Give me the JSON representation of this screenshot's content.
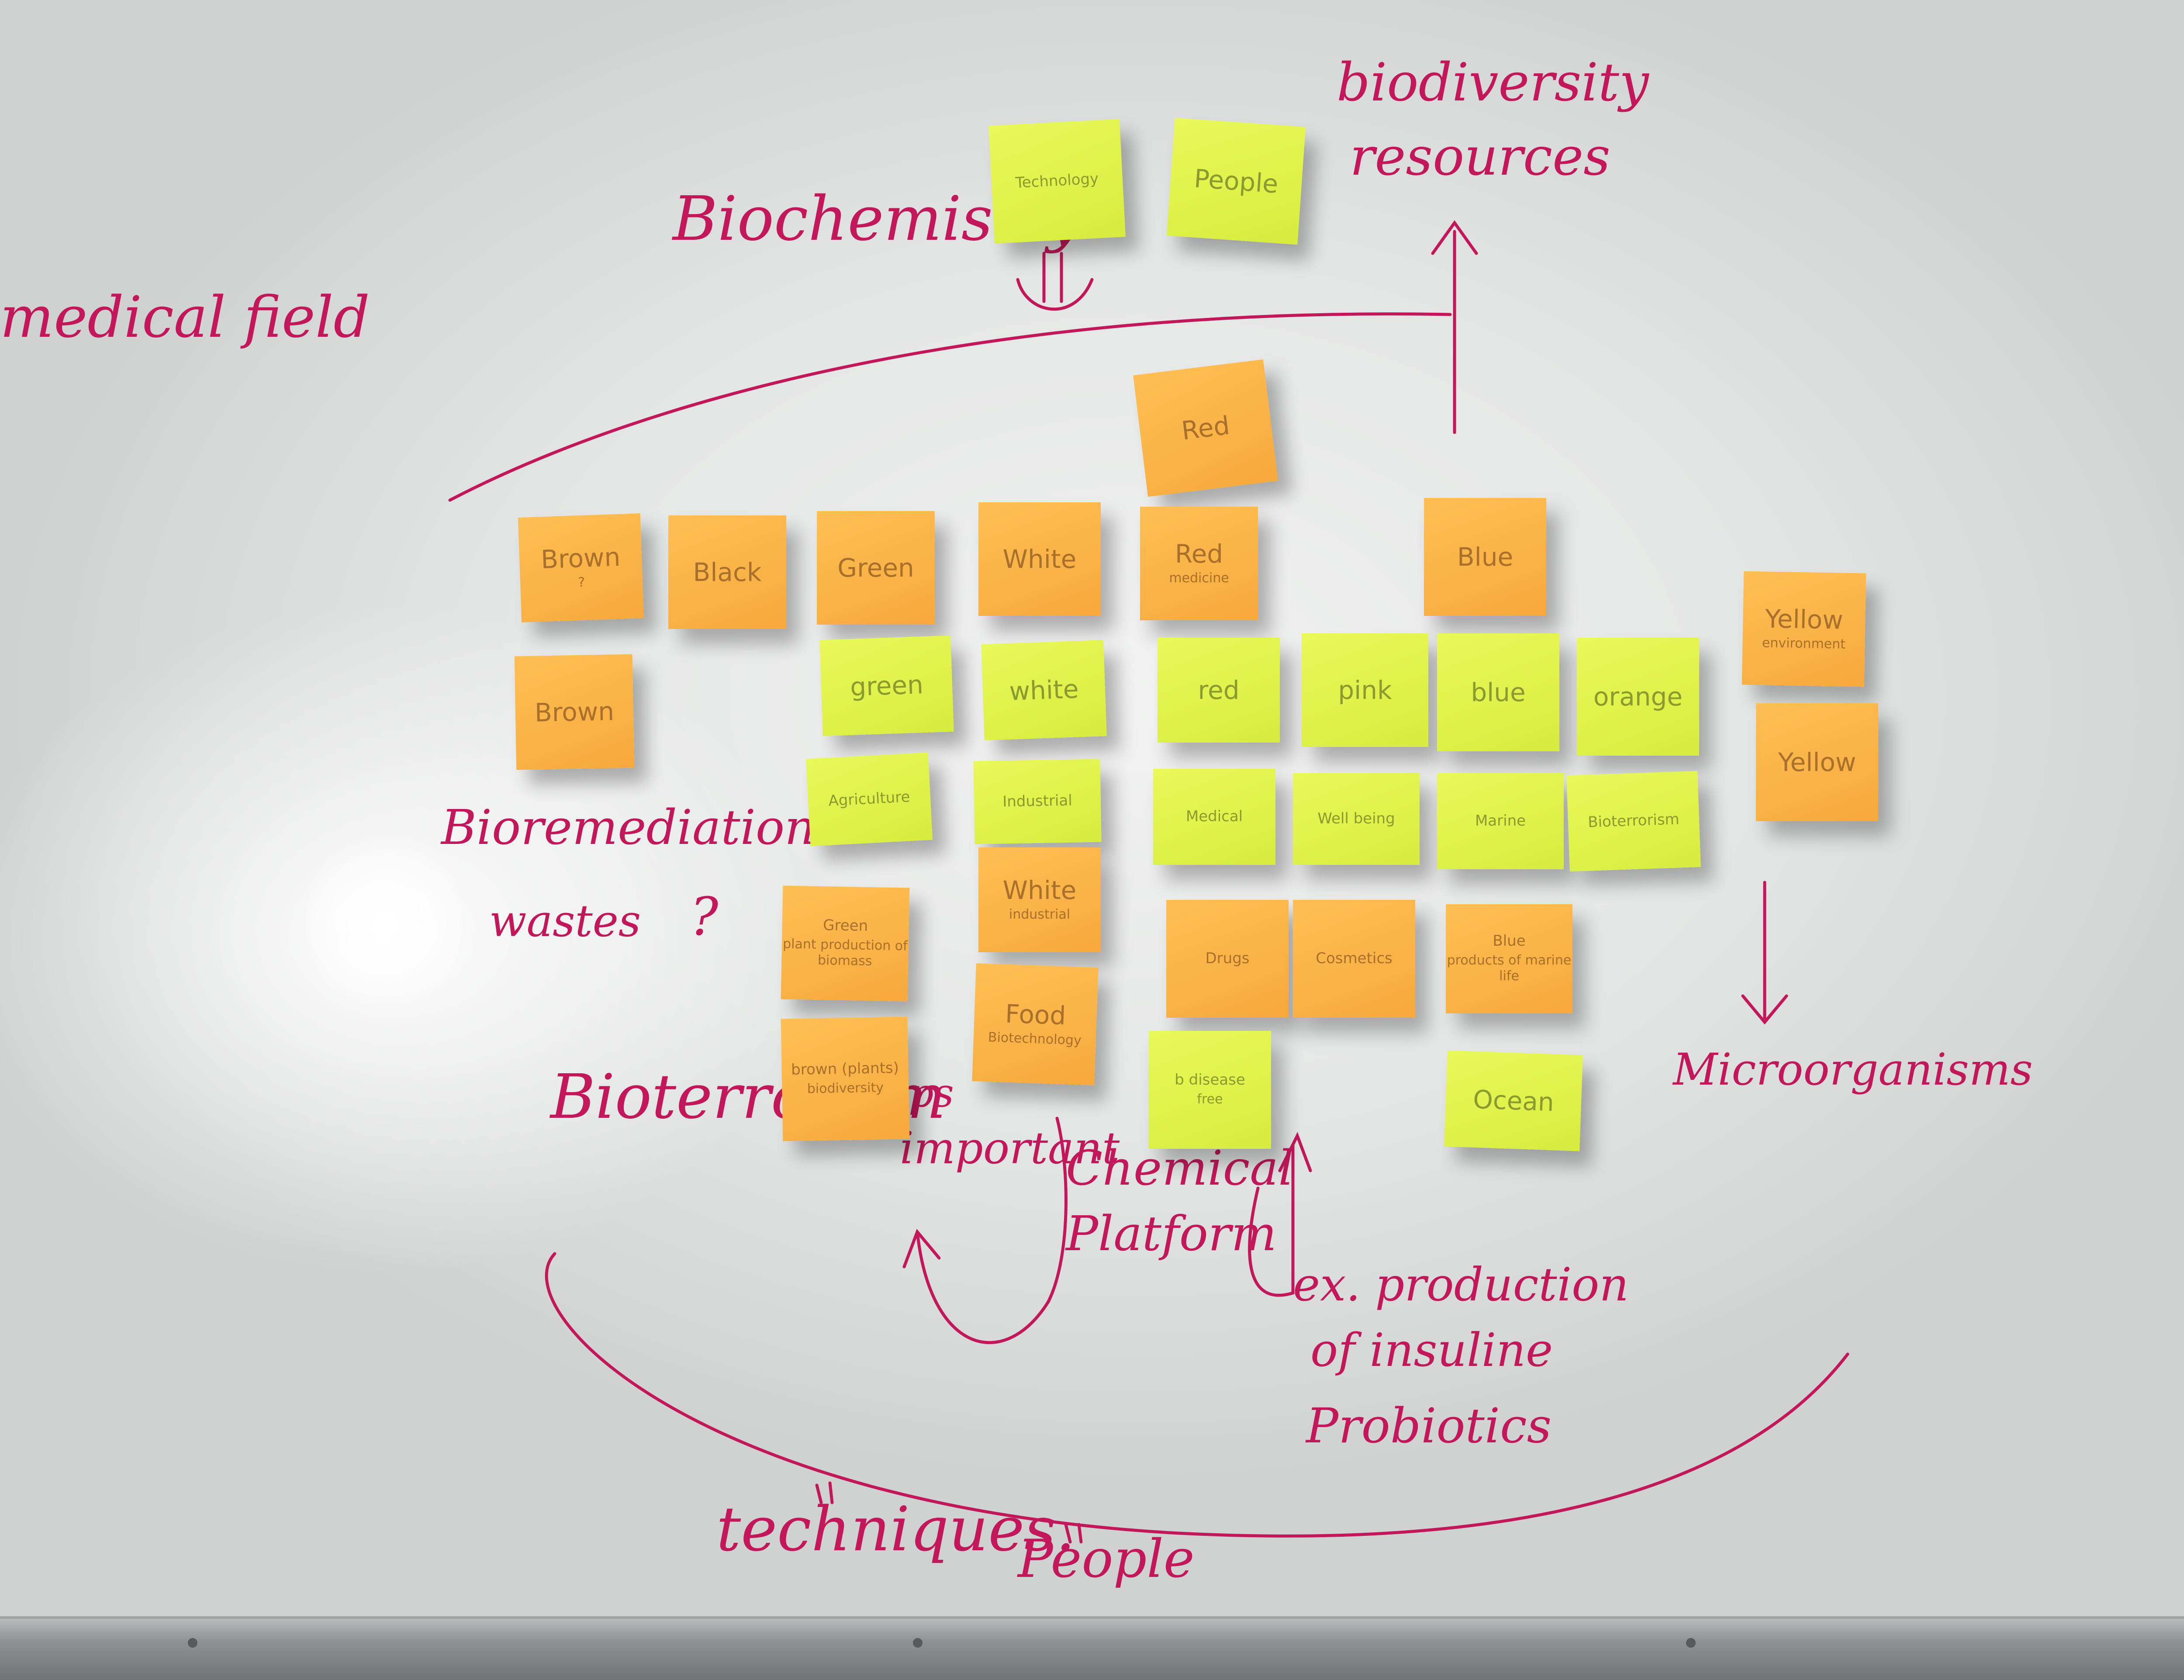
{
  "board": {
    "ink_color": "#c2185b",
    "orange_note_color": "#f8ae43",
    "green_note_color": "#e2f34c"
  },
  "notes": {
    "technology": {
      "text": "Technology"
    },
    "people": {
      "text": "People"
    },
    "red_top": {
      "text": "Red"
    },
    "brown_top": {
      "text": "Brown",
      "sub": "?"
    },
    "black": {
      "text": "Black"
    },
    "green_orange": {
      "text": "Green"
    },
    "white_orange": {
      "text": "White"
    },
    "red_medicine": {
      "text": "Red",
      "sub": "medicine"
    },
    "blue_orange": {
      "text": "Blue"
    },
    "yellow_top": {
      "text": "Yellow",
      "sub": "environment"
    },
    "brown": {
      "text": "Brown"
    },
    "green_green": {
      "text": "green"
    },
    "white_green": {
      "text": "white"
    },
    "red_green": {
      "text": "red"
    },
    "pink": {
      "text": "pink"
    },
    "blue_green": {
      "text": "blue"
    },
    "orange_green": {
      "text": "orange"
    },
    "yellow": {
      "text": "Yellow"
    },
    "agriculture": {
      "text": "Agriculture"
    },
    "industrial": {
      "text": "Industrial"
    },
    "medical": {
      "text": "Medical"
    },
    "well_being": {
      "text": "Well being"
    },
    "marine": {
      "text": "Marine"
    },
    "bioterrorism_note": {
      "text": "Bioterrorism"
    },
    "green_bottom": {
      "text": "Green",
      "sub": "plant production of biomass"
    },
    "white_industrial": {
      "text": "White",
      "sub": "industrial"
    },
    "drugs": {
      "text": "Drugs"
    },
    "cosmetics": {
      "text": "Cosmetics"
    },
    "blue_bottom": {
      "text": "Blue",
      "sub": "products of marine life"
    },
    "brown_bottom": {
      "text": "brown (plants)",
      "sub": "biodiversity"
    },
    "food_biotech": {
      "text": "Food",
      "sub": "Biotechnology"
    },
    "b_disease_free": {
      "text": "b disease",
      "sub": "free"
    },
    "ocean": {
      "text": "Ocean"
    }
  },
  "handwriting": {
    "medical_field": "medical field",
    "biochemistry": "Biochemistry",
    "biodiversity_resources_1": "biodiversity",
    "biodiversity_resources_2": "resources",
    "bioremediation_1": "Bioremediation",
    "bioremediation_2": "wastes",
    "bioremediation_q": "?",
    "bioterrorism": "Bioterrorism",
    "ps": "ps",
    "important": "important",
    "microorganisms": "Microorganisms",
    "chemical_1": "Chemical",
    "chemical_2": "Platform",
    "production_1": "ex. production",
    "production_2": "of insuline",
    "probiotics": "Probiotics",
    "techniques": "techniques.",
    "people": "People"
  }
}
